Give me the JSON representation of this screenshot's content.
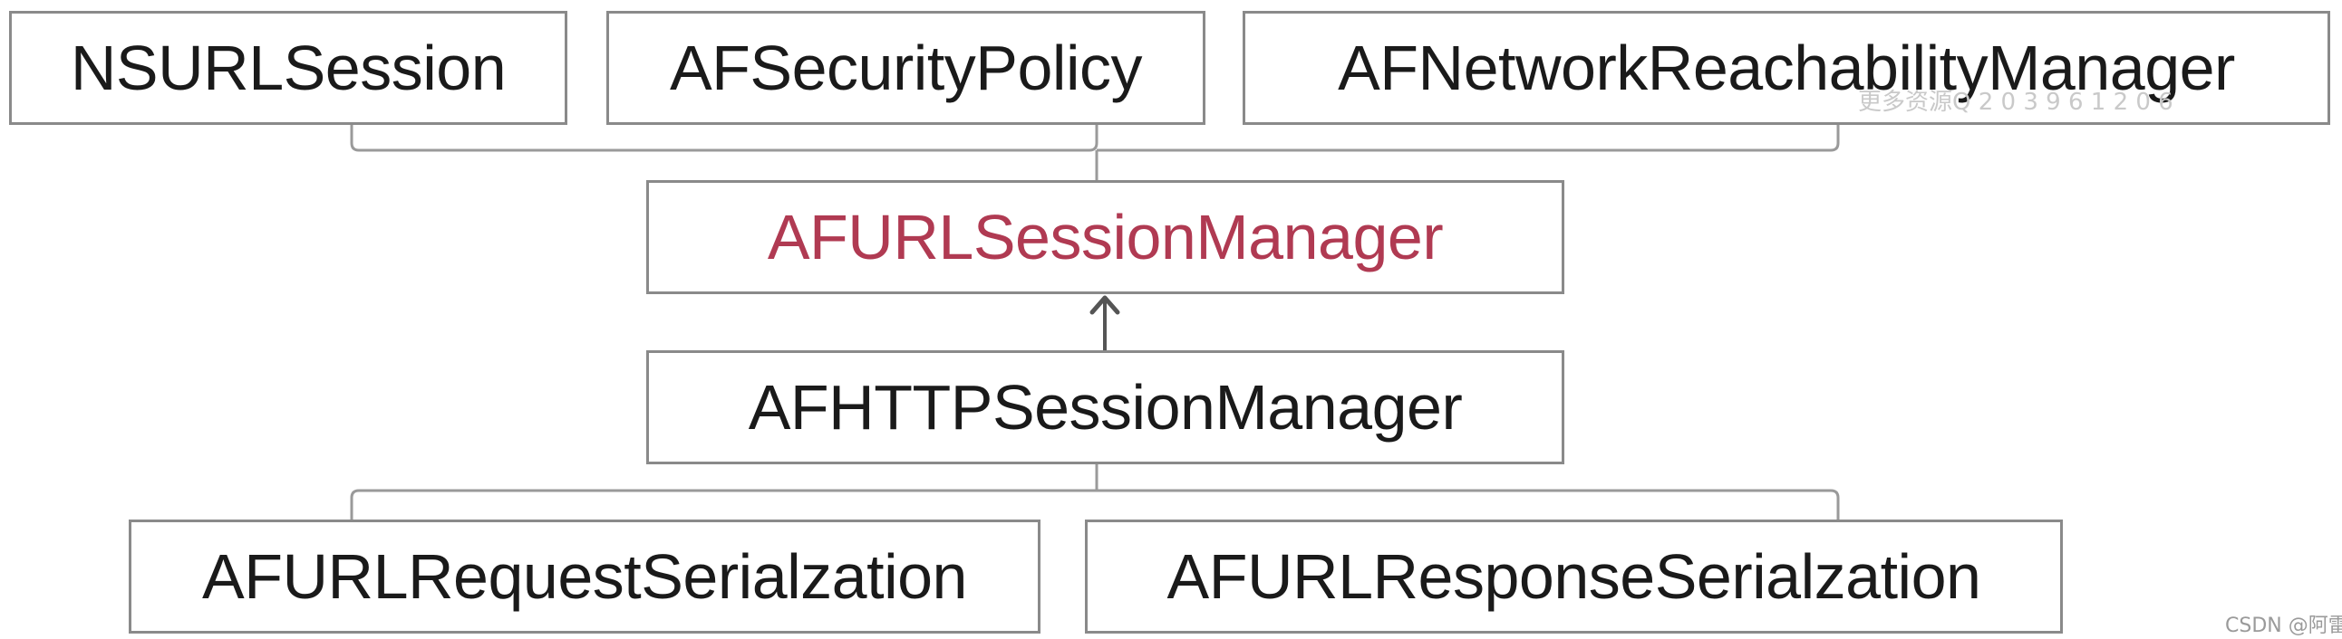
{
  "diagram": {
    "nodes": {
      "nsurlsession": "NSURLSession",
      "afsecuritypolicy": "AFSecurityPolicy",
      "afnetworkreachabilitymanager": "AFNetworkReachabilityManager",
      "afurlsessionmanager": "AFURLSessionManager",
      "afhttpsessionmanager": "AFHTTPSessionManager",
      "afurlrequestserialzation": "AFURLRequestSerialzation",
      "afurlresponseserialzation": "AFURLResponseSerialzation"
    },
    "highlight_color": "#b03a52",
    "text_color": "#1a1a1a",
    "border_color": "#8a8a8a",
    "connector_color": "#9a9a9a",
    "arrow_color": "#555555"
  },
  "watermarks": {
    "top": "更多资源Q 2 0 3 9 6 1 2 0 6",
    "bottom": "CSDN @阿雷_"
  }
}
